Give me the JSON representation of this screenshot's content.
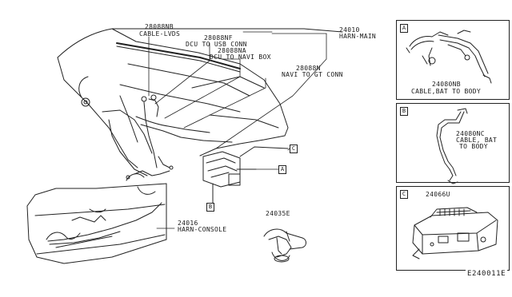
{
  "main_callouts": {
    "cable_lvds": {
      "part": "28088NB",
      "desc": "CABLE-LVDS"
    },
    "dcu_usb": {
      "part": "28088NF",
      "desc": "DCU TO USB CONN"
    },
    "dcu_navi": {
      "part": "28088NA",
      "desc": "DCU TO NAVI BOX"
    },
    "harn_main": {
      "part": "24010",
      "desc": "HARN-MAIN"
    },
    "navi_gt": {
      "part": "28088N",
      "desc": "NAVI TO GT CONN"
    },
    "harn_console": {
      "part": "24016",
      "desc": "HARN-CONSOLE"
    },
    "clip": {
      "part": "24035E"
    }
  },
  "view_tags": {
    "a": "A",
    "b": "B",
    "c": "C"
  },
  "panels": {
    "a": {
      "tag": "A",
      "part": "24080NB",
      "desc": "CABLE,BAT TO BODY"
    },
    "b": {
      "tag": "B",
      "part": "24080NC",
      "desc_line1": "CABLE, BAT",
      "desc_line2": "TO BODY"
    },
    "c": {
      "tag": "C",
      "part": "24066U"
    }
  },
  "diagram_code": "E240011E"
}
